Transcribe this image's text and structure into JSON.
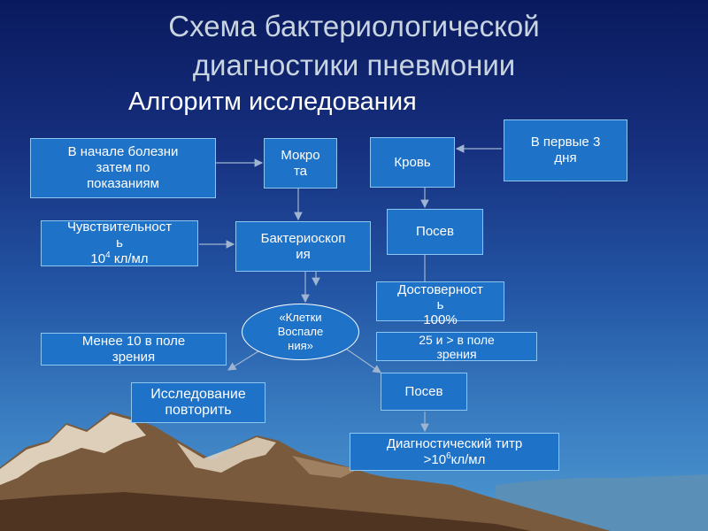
{
  "title_line1": "Схема бактериологической",
  "title_line2": "диагностики пневмонии",
  "subtitle": "Алгоритм исследования",
  "boxes": {
    "disease_start": "В начале болезни\nзатем по\nпоказаниям",
    "sputum": "Мокро\nта",
    "blood": "Кровь",
    "first_days": "В первые 3\nдня",
    "sensitivity_line1": "Чувствительност\nь",
    "sensitivity_base": "10",
    "sensitivity_exp": "4",
    "sensitivity_unit": " кл/мл",
    "bacterioscopy": "Бактериоскоп\nия",
    "culture_blood": "Посев",
    "reliability": "Достоверност\nь\n100%",
    "inflammation_cells": "«Клетки\nВоспале\nния»",
    "less_than_10": "Менее 10 в поле\nзрения",
    "more_than_25": "25 и > в поле\nзрения",
    "repeat_study": "Исследование\nповторить",
    "culture_sputum": "Посев",
    "titer_line1": "Диагностический титр",
    "titer_base": ">10",
    "titer_exp": "6",
    "titer_unit": "кл/мл"
  }
}
